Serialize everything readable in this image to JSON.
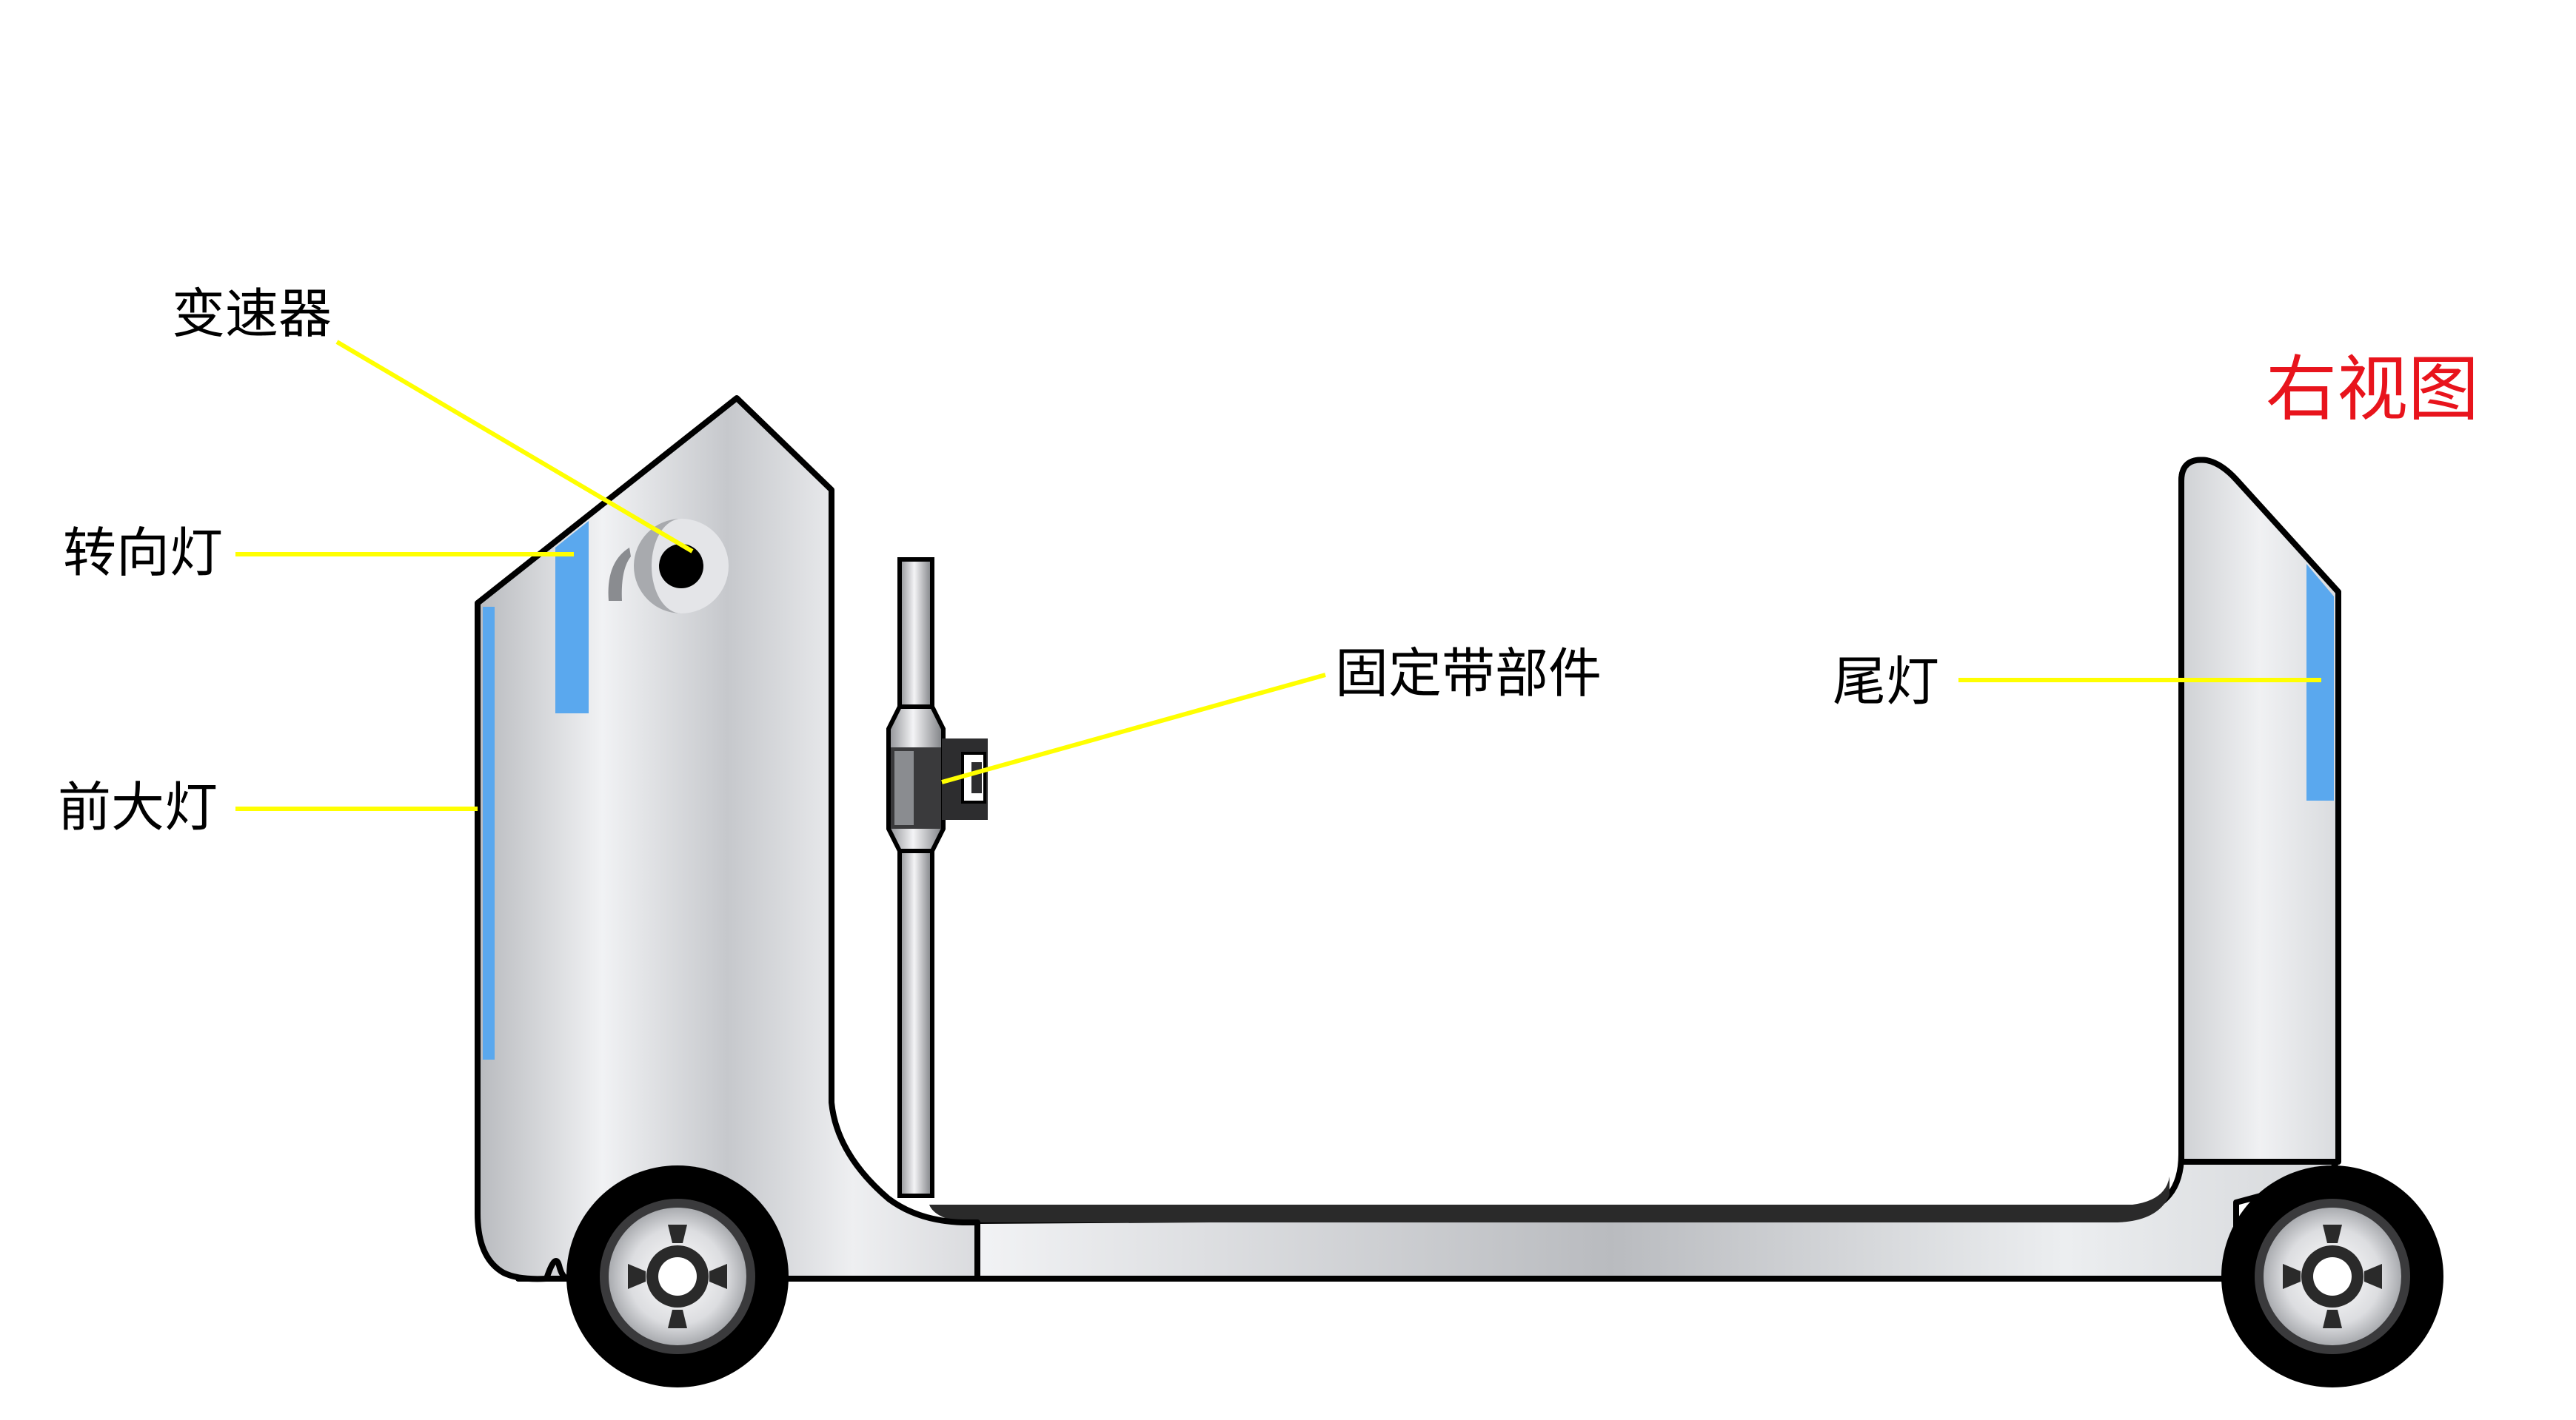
{
  "title": "右视图",
  "labels": {
    "transmission": "变速器",
    "turn_signal": "转向灯",
    "headlight": "前大灯",
    "strap_fixture": "固定带部件",
    "tail_light": "尾灯"
  },
  "colors": {
    "title": "#e8141c",
    "leader_line": "#ffff00",
    "light_strip": "#5aa8ee",
    "outline": "#000000",
    "body_fill": "#e6e7ea"
  }
}
